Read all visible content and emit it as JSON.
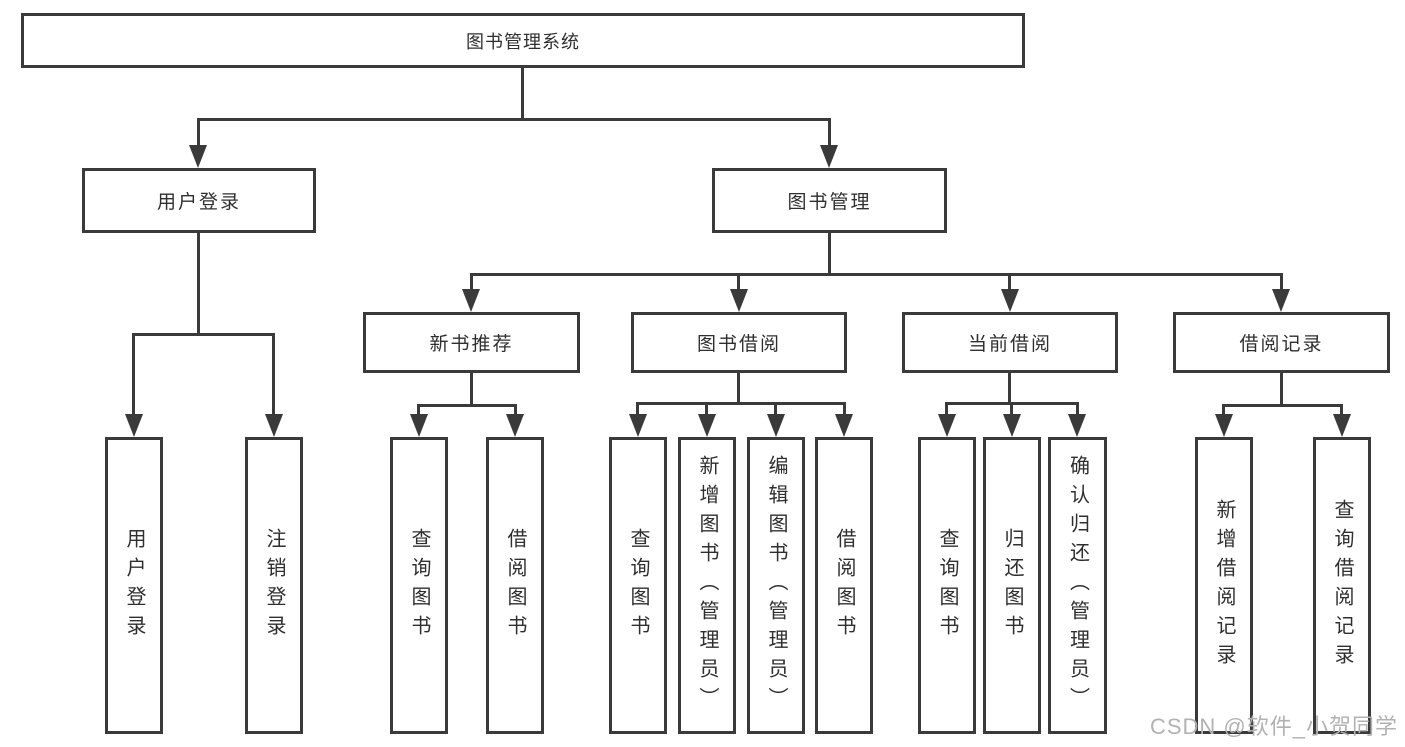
{
  "diagram": {
    "root": {
      "label": "图书管理系统"
    },
    "level2": [
      {
        "label": "用户登录"
      },
      {
        "label": "图书管理"
      }
    ],
    "level3": [
      {
        "label": "新书推荐"
      },
      {
        "label": "图书借阅"
      },
      {
        "label": "当前借阅"
      },
      {
        "label": "借阅记录"
      }
    ],
    "leaves": {
      "user_login": [
        "用户登录",
        "注销登录"
      ],
      "new_books": [
        "查询图书",
        "借阅图书"
      ],
      "book_borrow": [
        "查询图书",
        "新增图书（管理员）",
        "编辑图书（管理员）",
        "借阅图书"
      ],
      "current_borrow": [
        "查询图书",
        "归还图书",
        "确认归还（管理员）"
      ],
      "borrow_records": [
        "新增借阅记录",
        "查询借阅记录"
      ]
    }
  },
  "watermark": "CSDN @软件_小贺同学",
  "colors": {
    "line": "#3a3a3a",
    "text": "#2f2f2f",
    "watermark": "#b2b2b2",
    "bg": "#ffffff"
  }
}
